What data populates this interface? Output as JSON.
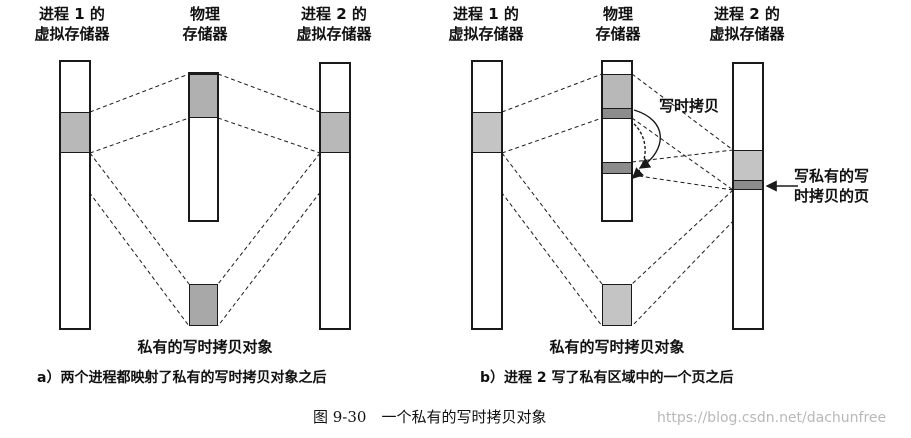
{
  "left_panel": {
    "proc1_label_line1": "进程 1 的",
    "proc1_label_line2": "虚拟存储器",
    "phys_label_line1": "物理",
    "phys_label_line2": "存储器",
    "proc2_label_line1": "进程 2 的",
    "proc2_label_line2": "虚拟存储器",
    "object_label": "私有的写时拷贝对象",
    "caption": "a）两个进程都映射了私有的写时拷贝对象之后"
  },
  "right_panel": {
    "proc1_label_line1": "进程 1 的",
    "proc1_label_line2": "虚拟存储器",
    "phys_label_line1": "物理",
    "phys_label_line2": "存储器",
    "proc2_label_line1": "进程 2 的",
    "proc2_label_line2": "虚拟存储器",
    "copy_label": "写时拷贝",
    "write_label_line1": "写私有的写",
    "write_label_line2": "时拷贝的页",
    "object_label": "私有的写时拷贝对象",
    "caption": "b）进程 2 写了私有区域中的一个页之后"
  },
  "figure_title": "图 9-30　一个私有的写时拷贝对象",
  "watermark": "https://blog.csdn.net/dachunfree",
  "colors": {
    "line": "#1a1a1a",
    "fill": "#bdbdbd",
    "background": "#ffffff"
  }
}
